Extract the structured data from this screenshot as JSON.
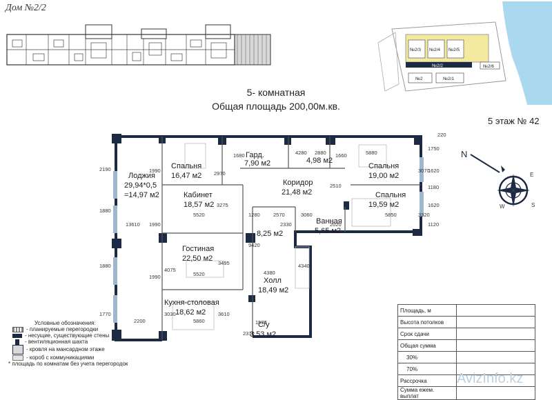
{
  "header": {
    "house": "Дом №2/2",
    "rooms": "5- комнатная",
    "area_total": "Общая площадь 200,00м.кв.",
    "floor": "5 этаж № 42"
  },
  "site_map": {
    "buildings": [
      "№2/3",
      "№2/4",
      "№2/5",
      "№2/2",
      "№2/6",
      "№2",
      "№2/1"
    ]
  },
  "rooms": [
    {
      "name": "Спальня",
      "area": "16,47 м2"
    },
    {
      "name": "Гард.",
      "area": "7,90 м2"
    },
    {
      "name": "",
      "area": "4,98 м2"
    },
    {
      "name": "Спальня",
      "area": "19,00 м2"
    },
    {
      "name": "Лоджия",
      "area": "29,94*0,5"
    },
    {
      "name": "",
      "area": "=14,97 м2"
    },
    {
      "name": "Коридор",
      "area": "21,48 м2"
    },
    {
      "name": "Кабинет",
      "area": "18,57 м2"
    },
    {
      "name": "Спальня",
      "area": "19,59 м2"
    },
    {
      "name": "Ванная",
      "area": "5,65 м2"
    },
    {
      "name": "",
      "area": "8,25 м2"
    },
    {
      "name": "Гостиная",
      "area": "22,50 м2"
    },
    {
      "name": "Холл",
      "area": "18,49 м2"
    },
    {
      "name": "Кухня-столовая",
      "area": "18,62 м2"
    },
    {
      "name": "С/у",
      "area": "3,53 м2"
    }
  ],
  "dimensions": [
    "4280",
    "2880",
    "5880",
    "1660",
    "1680",
    "1750",
    "220",
    "2190",
    "1990",
    "2970",
    "3070",
    "1620",
    "1180",
    "2510",
    "1880",
    "13610",
    "1990",
    "3275",
    "5520",
    "1280",
    "2570",
    "3060",
    "2330",
    "2020",
    "1620",
    "3320",
    "1120",
    "5850",
    "9420",
    "4075",
    "3495",
    "5520",
    "4380",
    "4340",
    "1880",
    "1990",
    "1770",
    "2200",
    "3030",
    "5860",
    "3610",
    "1530",
    "2310"
  ],
  "compass": {
    "n": "N",
    "e": "E",
    "s": "S",
    "w": "W"
  },
  "legend": {
    "title": "Условные обозначения:",
    "items": [
      "- планируемые перегородки",
      "- несущие, существующие стены",
      "- вентиляционная шахта",
      "- кровля на мансардном этаже",
      "- короб с коммуникациями"
    ],
    "note": "* площадь по комнатам без учета перегородок"
  },
  "info_table": {
    "rows": [
      "Площадь, м",
      "Высота потолков",
      "Срок сдачи",
      "Общая сумма",
      "30%",
      "70%",
      "Рассрочка",
      "Сумма ежем. выплат"
    ]
  },
  "watermark": "AvizInfo.kz",
  "colors": {
    "wall": "#1d2a44",
    "partition": "#555555",
    "water": "#a9d8ef",
    "highlight": "#f3eaa0"
  }
}
